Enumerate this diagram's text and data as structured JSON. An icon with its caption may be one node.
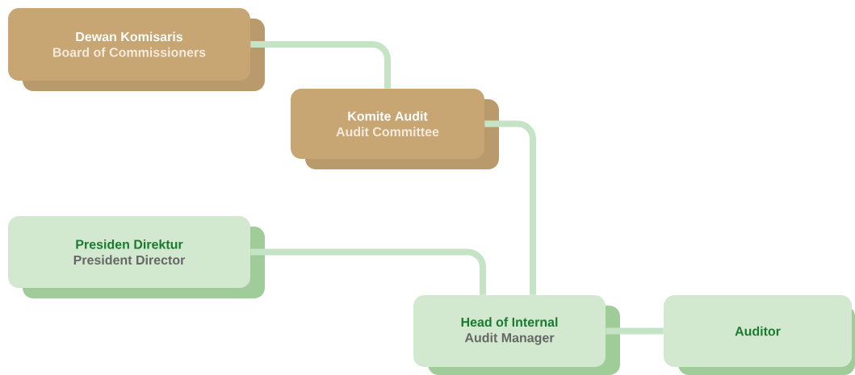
{
  "diagram": {
    "nodes": [
      {
        "text": [
          "Dewan Komisaris",
          "Board of Commissioners"
        ]
      },
      {
        "text": [
          "Komite Audit",
          "Audit Committee"
        ]
      },
      {
        "text": [
          "Presiden Direktur",
          "President Director"
        ]
      },
      {
        "text": [
          "Head of Internal",
          "Audit Manager"
        ]
      },
      {
        "text": [
          "Auditor"
        ]
      }
    ],
    "edges": [
      {
        "from": 0,
        "to": 1,
        "arrow": "none"
      },
      {
        "from": 1,
        "to": 3,
        "arrow": "none"
      },
      {
        "from": 2,
        "to": 3,
        "arrow": "none"
      },
      {
        "from": 3,
        "to": 4,
        "arrow": "none"
      }
    ]
  }
}
